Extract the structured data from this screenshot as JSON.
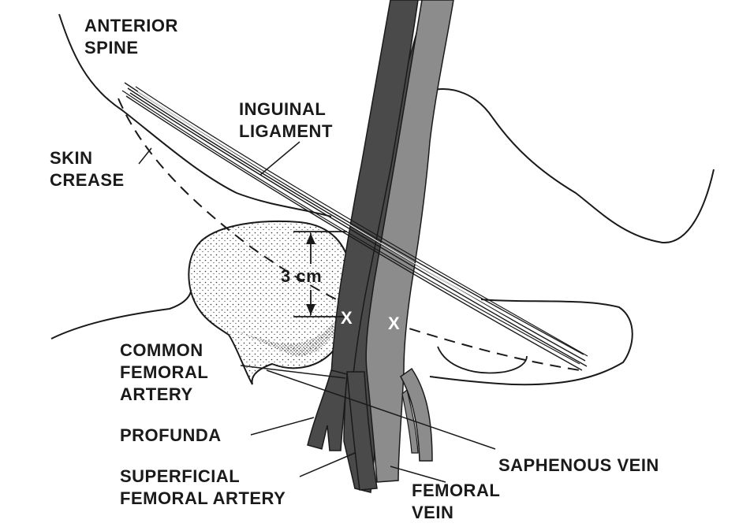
{
  "labels": {
    "anterior_spine": [
      "ANTERIOR",
      "SPINE"
    ],
    "inguinal_ligament": [
      "INGUINAL",
      "LIGAMENT"
    ],
    "skin_crease": [
      "SKIN",
      "CREASE"
    ],
    "measurement": "3 cm",
    "common_femoral_artery": [
      "COMMON",
      "FEMORAL",
      "ARTERY"
    ],
    "profunda": "PROFUNDA",
    "superficial_femoral_artery": [
      "SUPERFICIAL",
      "FEMORAL ARTERY"
    ],
    "femoral_vein": [
      "FEMORAL",
      "VEIN"
    ],
    "saphenous_vein": "SAPHENOUS VEIN",
    "puncture_mark": "X"
  },
  "colors": {
    "artery": "#4a4a4a",
    "vein": "#8c8c8c",
    "outline": "#1a1a1a",
    "background": "#ffffff"
  }
}
